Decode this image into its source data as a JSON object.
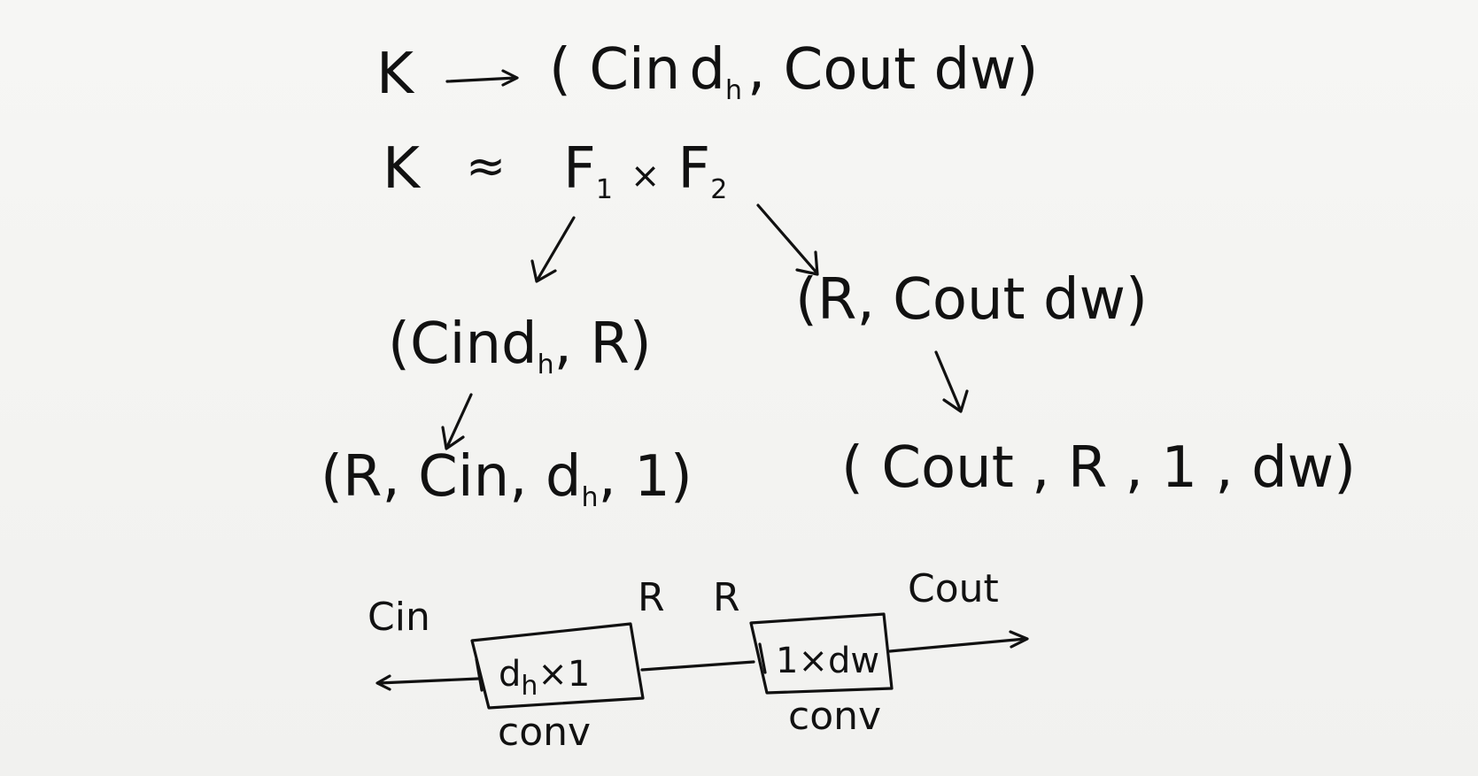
{
  "equations": {
    "line1": {
      "lhs": "K",
      "rhs_main": "( Cin",
      "rhs_sub": "h",
      "rhs_d": "d",
      "rhs_rest": ", Cout dw)"
    },
    "line2": {
      "lhs": "K",
      "approx": "≈",
      "f1": "F",
      "f1_sub": "1",
      "times": "×",
      "f2": "F",
      "f2_sub": "2"
    }
  },
  "branches": {
    "left_top": {
      "pre": "(Cind",
      "sub": "h",
      "post": ", R)"
    },
    "right_top": {
      "text": "(R, Cout dw)"
    },
    "left_bottom": {
      "pre": "(R, Cin, d",
      "sub": "h",
      "post": ", 1)"
    },
    "right_bottom": {
      "text": "( Cout , R , 1 , dw)"
    }
  },
  "pipeline": {
    "input_label": "Cin",
    "mid_label_left": "R",
    "mid_label_right": "R",
    "output_label": "Cout",
    "box1": {
      "pre": "d",
      "sub": "h",
      "post": "×1",
      "caption": "conv"
    },
    "box2": {
      "text": "1×dw",
      "caption": "conv"
    }
  }
}
